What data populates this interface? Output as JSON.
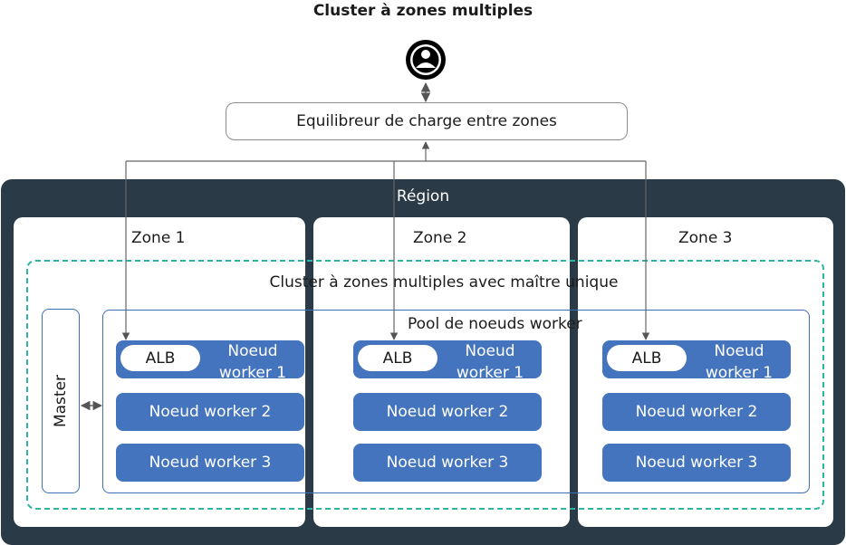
{
  "title": "Cluster à zones multiples",
  "load_balancer": "Equilibreur de charge entre zones",
  "region": "Région",
  "zones": [
    {
      "label": "Zone 1"
    },
    {
      "label": "Zone 2"
    },
    {
      "label": "Zone 3"
    }
  ],
  "cluster_label": "Cluster à zones multiples avec maître unique",
  "master_label": "Master",
  "pool_label": "Pool de noeuds worker",
  "nodes": {
    "alb": "ALB",
    "worker1_line1": "Noeud",
    "worker1_line2": "worker 1",
    "worker2": "Noeud worker 2",
    "worker3": "Noeud worker 3"
  },
  "icons": {
    "user": "user-icon"
  },
  "colors": {
    "region_bg": "#2a3a47",
    "node_blue": "#4474bd",
    "dashed_teal": "#2bb5a0"
  }
}
